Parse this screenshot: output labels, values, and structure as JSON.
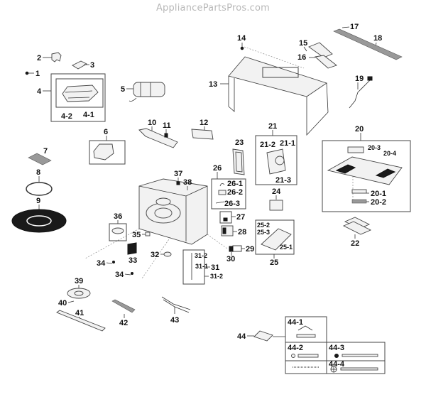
{
  "watermark": "AppliancePartsPros.com",
  "parts": {
    "p1": "1",
    "p2": "2",
    "p3": "3",
    "p4": "4",
    "p4_1": "4-1",
    "p4_2": "4-2",
    "p5": "5",
    "p6": "6",
    "p7": "7",
    "p8": "8",
    "p9": "9",
    "p10": "10",
    "p11": "11",
    "p12": "12",
    "p13": "13",
    "p14": "14",
    "p15": "15",
    "p16": "16",
    "p17": "17",
    "p18": "18",
    "p19": "19",
    "p20": "20",
    "p20_1": "20-1",
    "p20_2": "20-2",
    "p20_3": "20-3",
    "p20_4": "20-4",
    "p21": "21",
    "p21_1": "21-1",
    "p21_2": "21-2",
    "p21_3": "21-3",
    "p22": "22",
    "p23": "23",
    "p24": "24",
    "p25": "25",
    "p25_1": "25-1",
    "p25_2": "25-2",
    "p25_3": "25-3",
    "p26": "26",
    "p26_1": "26-1",
    "p26_2": "26-2",
    "p26_3": "26-3",
    "p27": "27",
    "p28": "28",
    "p29": "29",
    "p30": "30",
    "p31": "31",
    "p31_1": "31-1",
    "p31_2a": "31-2",
    "p31_2b": "31-2",
    "p32": "32",
    "p33": "33",
    "p34a": "34",
    "p34b": "34",
    "p35": "35",
    "p36": "36",
    "p37": "37",
    "p38": "38",
    "p39": "39",
    "p40": "40",
    "p41": "41",
    "p42": "42",
    "p43": "43",
    "p44": "44",
    "p44_1": "44-1",
    "p44_2": "44-2",
    "p44_3": "44-3",
    "p44_4": "44-4"
  }
}
